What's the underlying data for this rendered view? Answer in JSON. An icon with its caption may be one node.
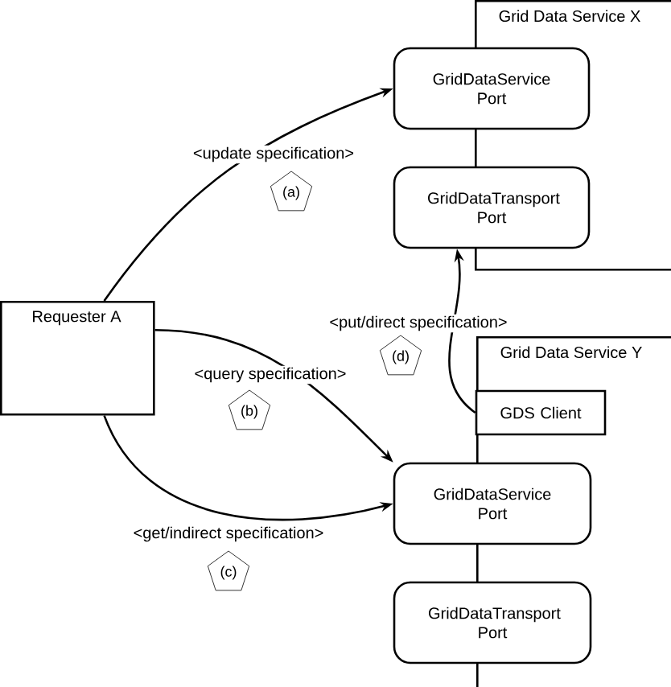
{
  "diagram": {
    "nodes": [
      {
        "text": [
          "Requester A"
        ]
      },
      {
        "text": [
          "Grid Data Service X"
        ]
      },
      {
        "text": [
          "GridDataService Port"
        ]
      },
      {
        "text": [
          "GridDataTransport Port"
        ]
      },
      {
        "text": [
          "Grid Data Service Y"
        ]
      },
      {
        "text": [
          "GDS Client"
        ],
        "in": 4
      },
      {
        "text": [
          "GridDataService Port"
        ]
      },
      {
        "text": [
          "GridDataTransport Port"
        ]
      },
      {
        "text": [
          "(a)"
        ]
      },
      {
        "text": [
          "(b)"
        ]
      },
      {
        "text": [
          "(c)"
        ]
      },
      {
        "text": [
          "(d)"
        ]
      }
    ],
    "edges": [
      {
        "from": 0,
        "to": 2,
        "arrow": "to",
        "label": "<update specification>"
      },
      {
        "from": 0,
        "to": 6,
        "arrow": "to",
        "label": "<query specification>"
      },
      {
        "from": 0,
        "to": 6,
        "arrow": "to",
        "label": "<get/indirect specification>"
      },
      {
        "from": 5,
        "to": 3,
        "arrow": "to",
        "label": "<put/direct specification>"
      }
    ]
  }
}
